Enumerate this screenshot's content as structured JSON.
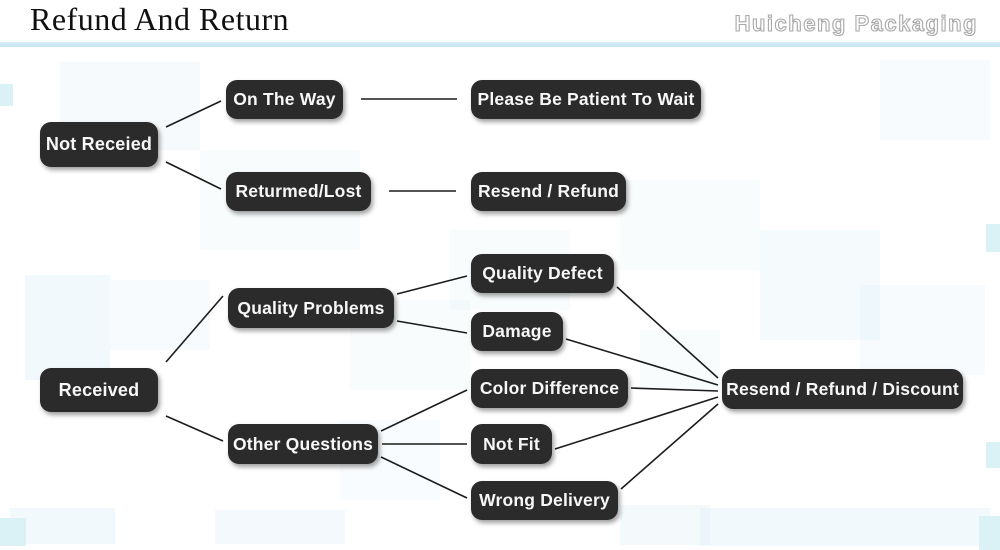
{
  "header": {
    "title": "Refund And Return",
    "watermark": "Huicheng Packaging"
  },
  "colors": {
    "node_background": "#2b2b2c",
    "node_text": "#f7f7f7",
    "divider_blue": "#c8e7f5",
    "connector_line": "#1c1c1c",
    "edge_accent_cyan": "#daf2f6"
  },
  "diagram": {
    "nodes": [
      {
        "id": "not-received",
        "label": "Not Receied"
      },
      {
        "id": "on-the-way",
        "label": "On The Way"
      },
      {
        "id": "please-wait",
        "label": "Please Be Patient To Wait"
      },
      {
        "id": "returned-lost",
        "label": "Returmed/Lost"
      },
      {
        "id": "resend-refund",
        "label": "Resend / Refund"
      },
      {
        "id": "quality-problems",
        "label": "Quality Problems"
      },
      {
        "id": "received",
        "label": "Received"
      },
      {
        "id": "other-questions",
        "label": "Other Questions"
      },
      {
        "id": "quality-defect",
        "label": "Quality Defect"
      },
      {
        "id": "damage",
        "label": "Damage"
      },
      {
        "id": "color-difference",
        "label": "Color Difference"
      },
      {
        "id": "not-fit",
        "label": "Not Fit"
      },
      {
        "id": "wrong-delivery",
        "label": "Wrong Delivery"
      },
      {
        "id": "resend-refund-discount",
        "label": "Resend / Refund / Discount"
      }
    ],
    "edges": [
      [
        "not-received",
        "on-the-way"
      ],
      [
        "not-received",
        "returned-lost"
      ],
      [
        "on-the-way",
        "please-wait"
      ],
      [
        "returned-lost",
        "resend-refund"
      ],
      [
        "received",
        "quality-problems"
      ],
      [
        "received",
        "other-questions"
      ],
      [
        "quality-problems",
        "quality-defect"
      ],
      [
        "quality-problems",
        "damage"
      ],
      [
        "other-questions",
        "color-difference"
      ],
      [
        "other-questions",
        "not-fit"
      ],
      [
        "other-questions",
        "wrong-delivery"
      ],
      [
        "quality-defect",
        "resend-refund-discount"
      ],
      [
        "damage",
        "resend-refund-discount"
      ],
      [
        "color-difference",
        "resend-refund-discount"
      ],
      [
        "not-fit",
        "resend-refund-discount"
      ],
      [
        "wrong-delivery",
        "resend-refund-discount"
      ]
    ]
  }
}
